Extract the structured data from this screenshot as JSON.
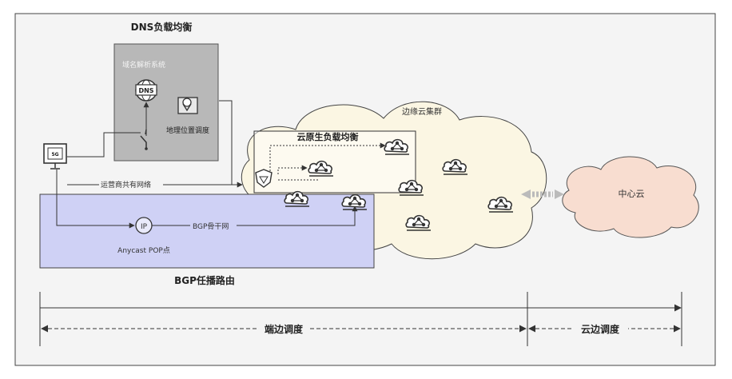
{
  "dns_group": {
    "title": "DNS负载均衡",
    "domain_system_label": "域名解析系统",
    "dns_icon_text": "DNS",
    "geo_label": "地理位置调度"
  },
  "terminal": {
    "icon_text": "5G"
  },
  "carrier_network_label": "运营商共有网络",
  "cloud_native": {
    "title": "云原生负载均衡"
  },
  "edge_cloud": {
    "title": "边缘云集群"
  },
  "center_cloud": {
    "label": "中心云"
  },
  "bgp": {
    "title": "BGP任播路由",
    "ip_icon_text": "IP",
    "backbone_label": "BGP骨干网",
    "pop_label": "Anycast POP点"
  },
  "scheduling": {
    "edge_label": "端边调度",
    "cloud_label": "云边调度"
  },
  "colors": {
    "dns_box": "#b8b8b8",
    "bgp_box": "#cfd1f5",
    "edge_cloud": "#fbf6e3",
    "center_cloud": "#f8ddd0",
    "background": "#f4f4f4"
  }
}
